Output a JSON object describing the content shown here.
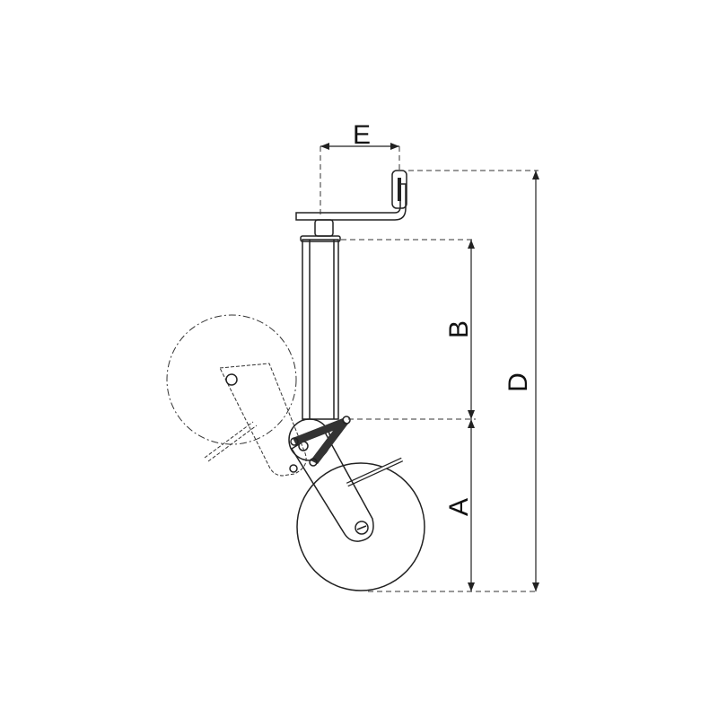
{
  "dimensions": {
    "E": "E",
    "B": "B",
    "D": "D",
    "A": "A"
  }
}
